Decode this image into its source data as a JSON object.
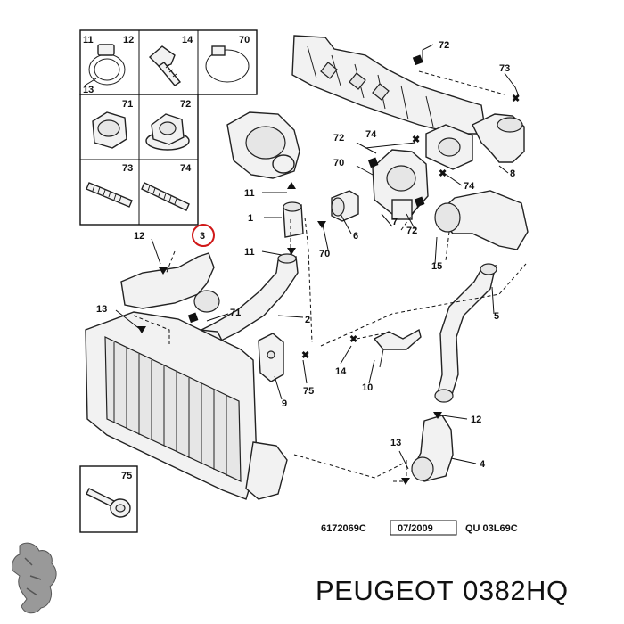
{
  "brand": {
    "name": "PEUGEOT",
    "part_number": "0382HQ"
  },
  "codes": {
    "drawing": "6172069C",
    "date": "07/2009",
    "ref": "QU 03L69C"
  },
  "labels": {
    "l11a": "11",
    "l12a": "12",
    "l14a": "14",
    "l70a": "70",
    "l13a": "13",
    "l71a": "71",
    "l72a": "72",
    "l73a": "73",
    "l74a": "74",
    "l72b": "72",
    "l73b": "73",
    "l72c": "72",
    "l74b": "74",
    "l70b": "70",
    "l8": "8",
    "l74c": "74",
    "l11b": "11",
    "l1": "1",
    "l11c": "11",
    "l6": "6",
    "l70c": "70",
    "l7": "7",
    "l72d": "72",
    "l15": "15",
    "l12b": "12",
    "l3": "3",
    "l13b": "13",
    "l71b": "71",
    "l2": "2",
    "l5": "5",
    "l14b": "14",
    "l75a": "75",
    "l9": "9",
    "l10": "10",
    "l12c": "12",
    "l13c": "13",
    "l4": "4",
    "l75b": "75"
  }
}
